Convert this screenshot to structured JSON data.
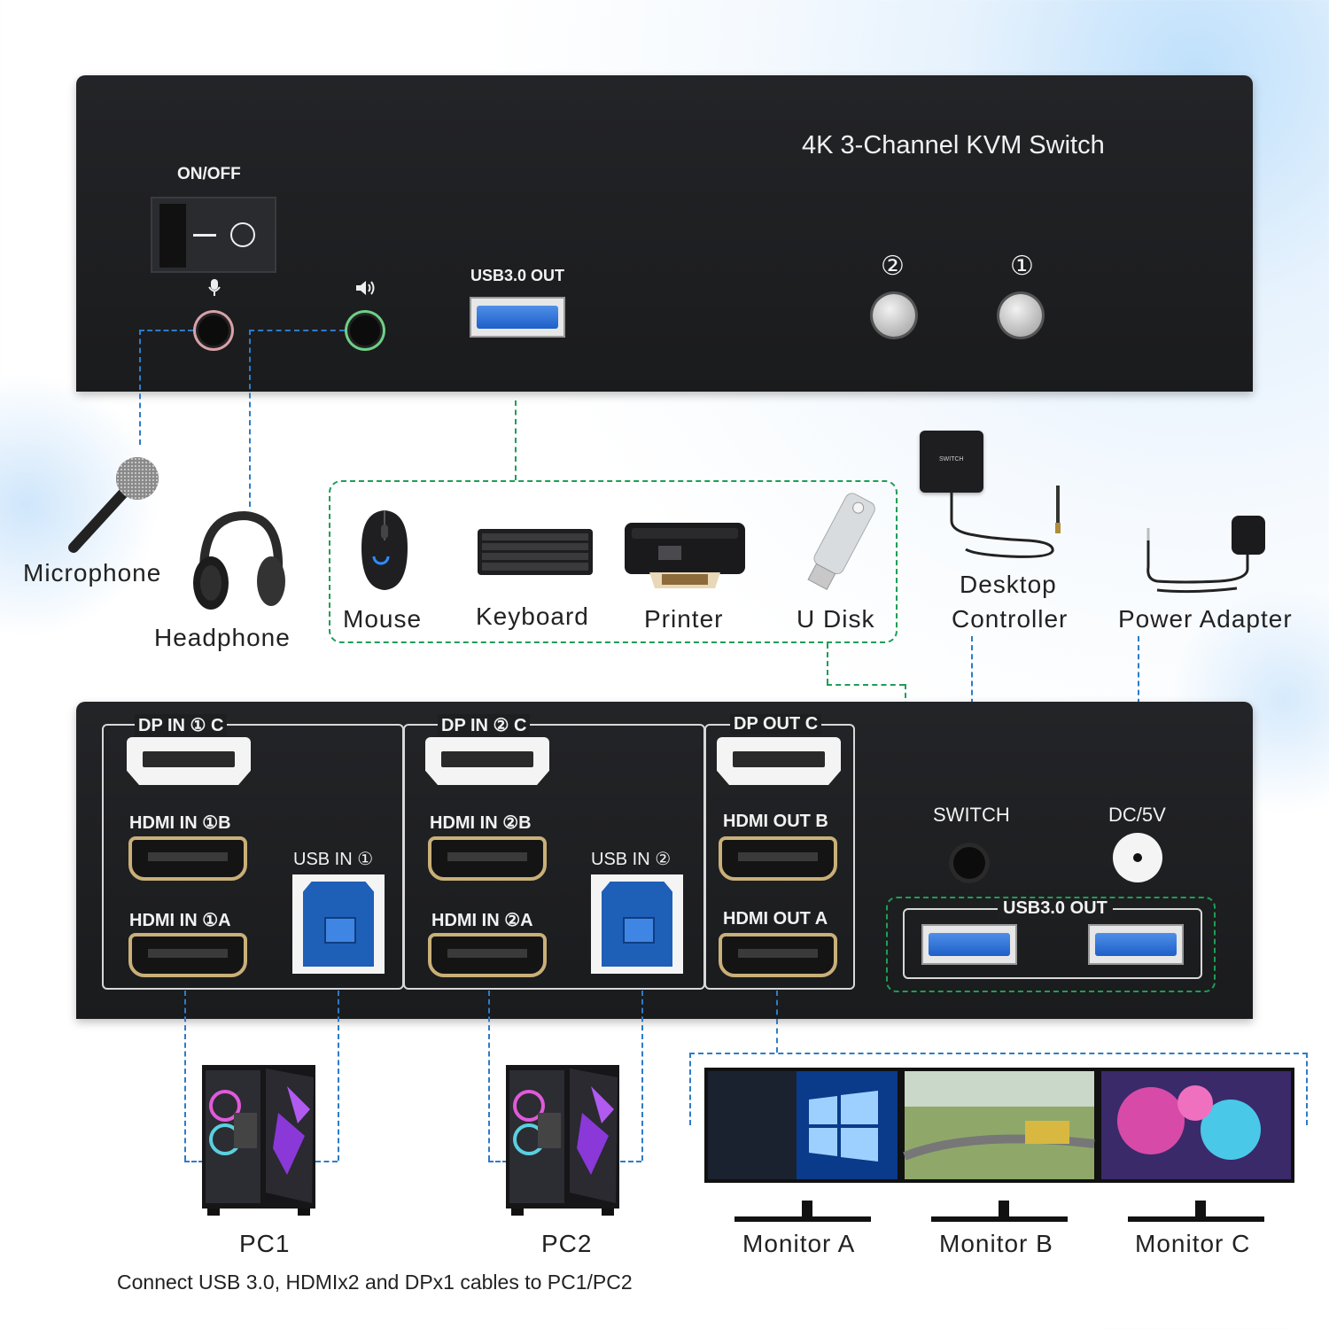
{
  "front_panel": {
    "title": "4K 3-Channel KVM Switch",
    "power_label": "ON/OFF",
    "usb_out_label": "USB3.0 OUT",
    "button_2_label": "②",
    "button_1_label": "①",
    "mic_icon": "microphone-icon",
    "speaker_icon": "speaker-icon"
  },
  "peripherals": {
    "microphone": "Microphone",
    "headphone": "Headphone",
    "mouse": "Mouse",
    "keyboard": "Keyboard",
    "printer": "Printer",
    "u_disk": "U Disk",
    "desktop_controller_line1": "Desktop",
    "desktop_controller_line2": "Controller",
    "power_adapter": "Power Adapter",
    "controller_device_text": "SWITCH"
  },
  "rear_panel": {
    "dp_in_1": "DP IN ① C",
    "dp_in_2": "DP IN ② C",
    "dp_out": "DP OUT C",
    "hdmi_in_1b": "HDMI IN ①B",
    "hdmi_in_1a": "HDMI IN ①A",
    "hdmi_in_2b": "HDMI IN ②B",
    "hdmi_in_2a": "HDMI IN ②A",
    "hdmi_out_b": "HDMI OUT B",
    "hdmi_out_a": "HDMI OUT A",
    "usb_in_1": "USB IN ①",
    "usb_in_2": "USB IN ②",
    "switch_label": "SWITCH",
    "dc_label": "DC/5V",
    "usb_out_label": "USB3.0 OUT"
  },
  "outputs": {
    "pc1": "PC1",
    "pc2": "PC2",
    "monitor_a": "Monitor A",
    "monitor_b": "Monitor B",
    "monitor_c": "Monitor C",
    "caption": "Connect USB 3.0, HDMIx2 and DPx1 cables to PC1/PC2"
  },
  "colors": {
    "panel": "#1e1f21",
    "blue_line": "#2d7cc8",
    "green_line": "#1e9e55",
    "hdmi_gold": "#c9b078",
    "usb_blue": "#1e5fb8"
  }
}
